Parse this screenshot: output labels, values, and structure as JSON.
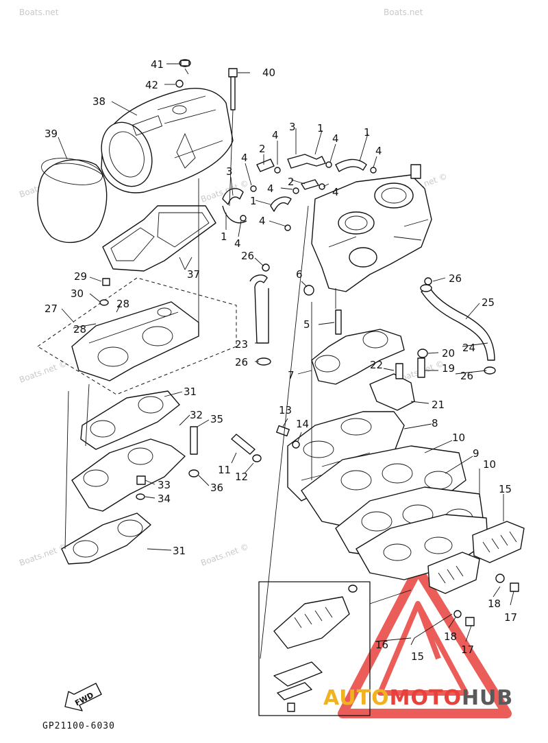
{
  "watermark": "Boats.net",
  "watermark_copy": "Boats.net ©",
  "drawing_code": "GP21100-6030",
  "fwd_label": "FWD",
  "logo": {
    "part1": "AUTO",
    "part2": "MOTO",
    "part3": "HUB",
    "color_auto": "#f1b21f",
    "color_moto": "#e8413b",
    "color_hub": "#5a5a5a"
  },
  "callouts": [
    "1",
    "2",
    "3",
    "4",
    "5",
    "6",
    "7",
    "8",
    "9",
    "10",
    "11",
    "12",
    "13",
    "14",
    "15",
    "16",
    "17",
    "18",
    "19",
    "20",
    "21",
    "22",
    "23",
    "24",
    "25",
    "26",
    "27",
    "28",
    "29",
    "30",
    "31",
    "32",
    "33",
    "34",
    "35",
    "36",
    "37",
    "38",
    "39",
    "40",
    "41",
    "42"
  ]
}
